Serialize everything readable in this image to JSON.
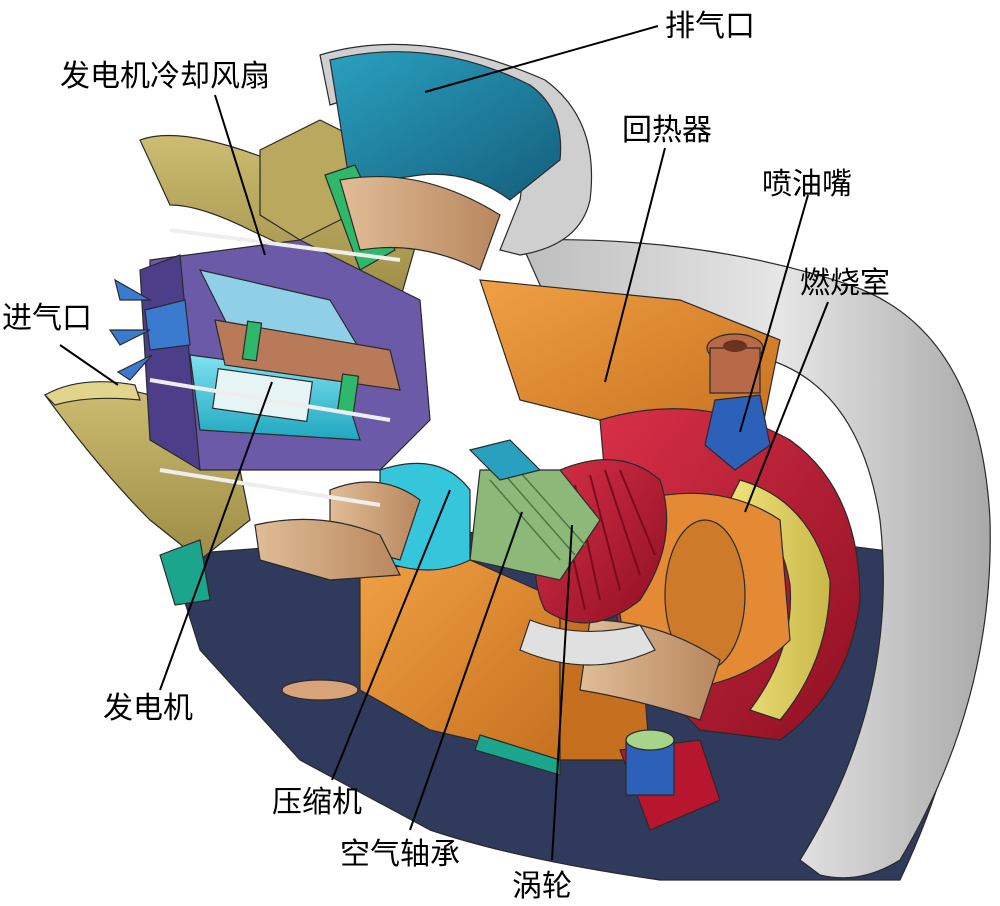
{
  "labels": {
    "exhaust_outlet": "排气口",
    "generator_cooling_fan": "发电机冷却风扇",
    "recuperator": "回热器",
    "fuel_nozzle": "喷油嘴",
    "air_inlet": "进气口",
    "combustor": "燃烧室",
    "generator": "发电机",
    "compressor": "压缩机",
    "air_bearing": "空气轴承",
    "turbine": "涡轮"
  },
  "colors": {
    "casing_gray": "#d4d4d4",
    "casing_dark": "#2f3a5c",
    "inlet_duct_olive": "#b9a85e",
    "exhaust_blue": "#1f7fa3",
    "exhaust_teal": "#2aa0bf",
    "recuperator_orange": "#e08a2e",
    "combustor_red": "#b8152e",
    "generator_cyan": "#35c6dc",
    "generator_purple": "#6a5aa8",
    "bearing_green": "#8cb87a",
    "tan": "#cfa57d",
    "accent_green": "#2fb86a",
    "copper": "#b86a48"
  }
}
